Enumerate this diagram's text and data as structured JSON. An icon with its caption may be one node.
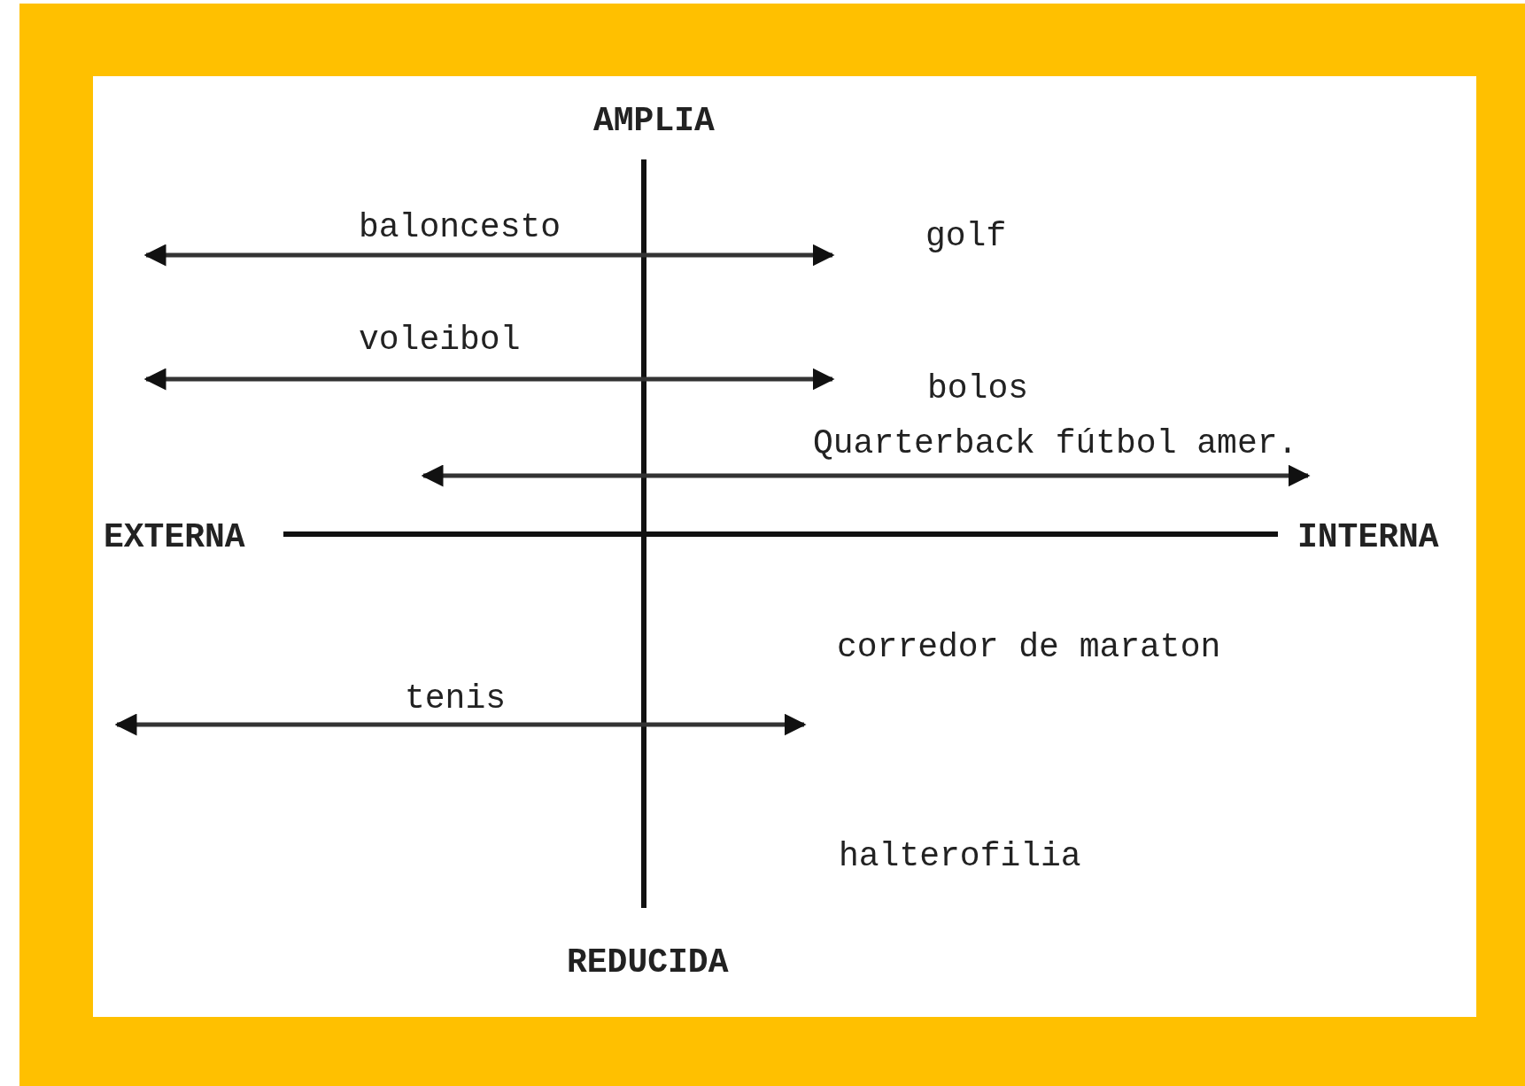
{
  "diagram": {
    "labels": [
      "AMPLIA",
      "baloncesto",
      "golf",
      "voleibol",
      "bolos",
      "Quarterback fútbol amer.",
      "EXTERNA",
      "INTERNA",
      "corredor de maraton",
      "tenis",
      "halterofilia",
      "REDUCIDA"
    ]
  }
}
